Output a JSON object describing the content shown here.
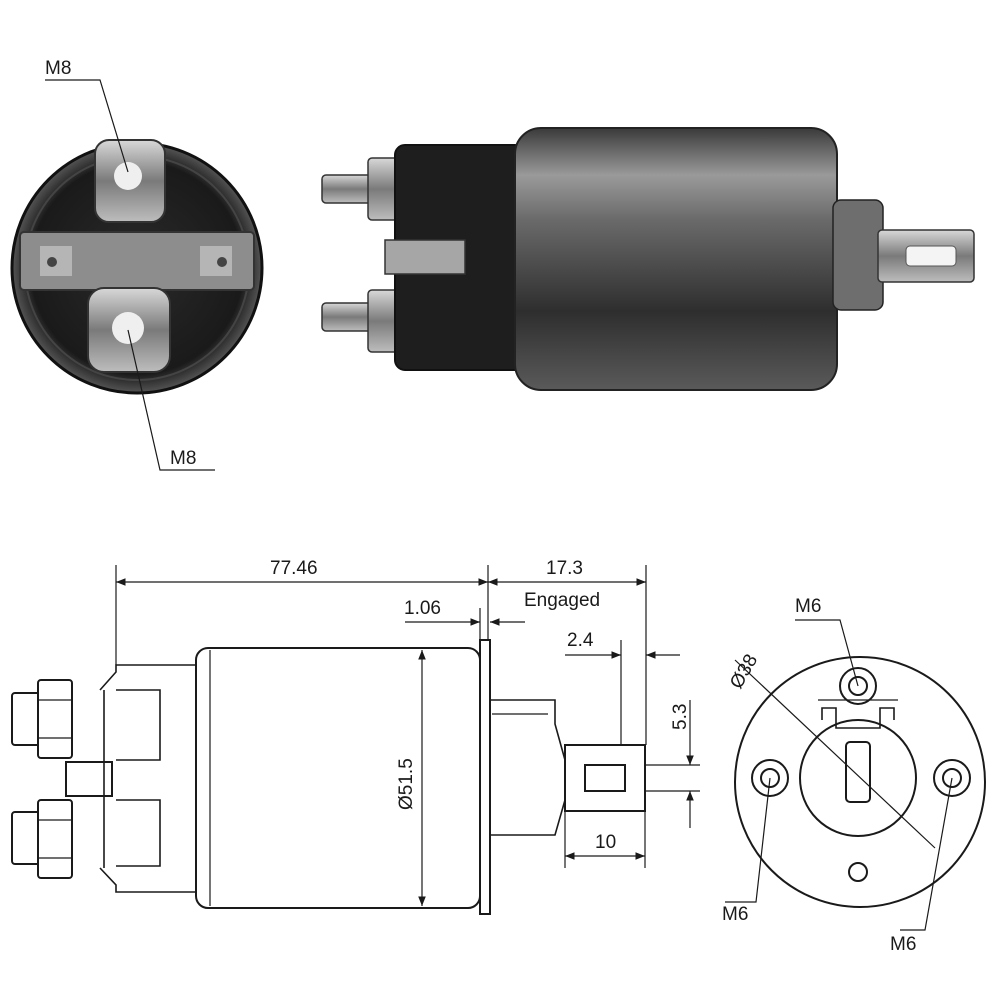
{
  "photo": {
    "end_view_labels": {
      "top": "M8",
      "bottom": "M8"
    }
  },
  "drawing": {
    "dimensions": {
      "overall_length": "77.46",
      "engaged_travel": "17.3",
      "engaged_label": "Engaged",
      "flange_gap": "1.06",
      "shaft_offset": "2.4",
      "slot_height": "5.3",
      "body_diameter": "Ø51.5",
      "tab_length": "10"
    },
    "end_view": {
      "hole_top": "M6",
      "hole_left": "M6",
      "hole_right": "M6",
      "bolt_circle": "Ø38"
    }
  }
}
